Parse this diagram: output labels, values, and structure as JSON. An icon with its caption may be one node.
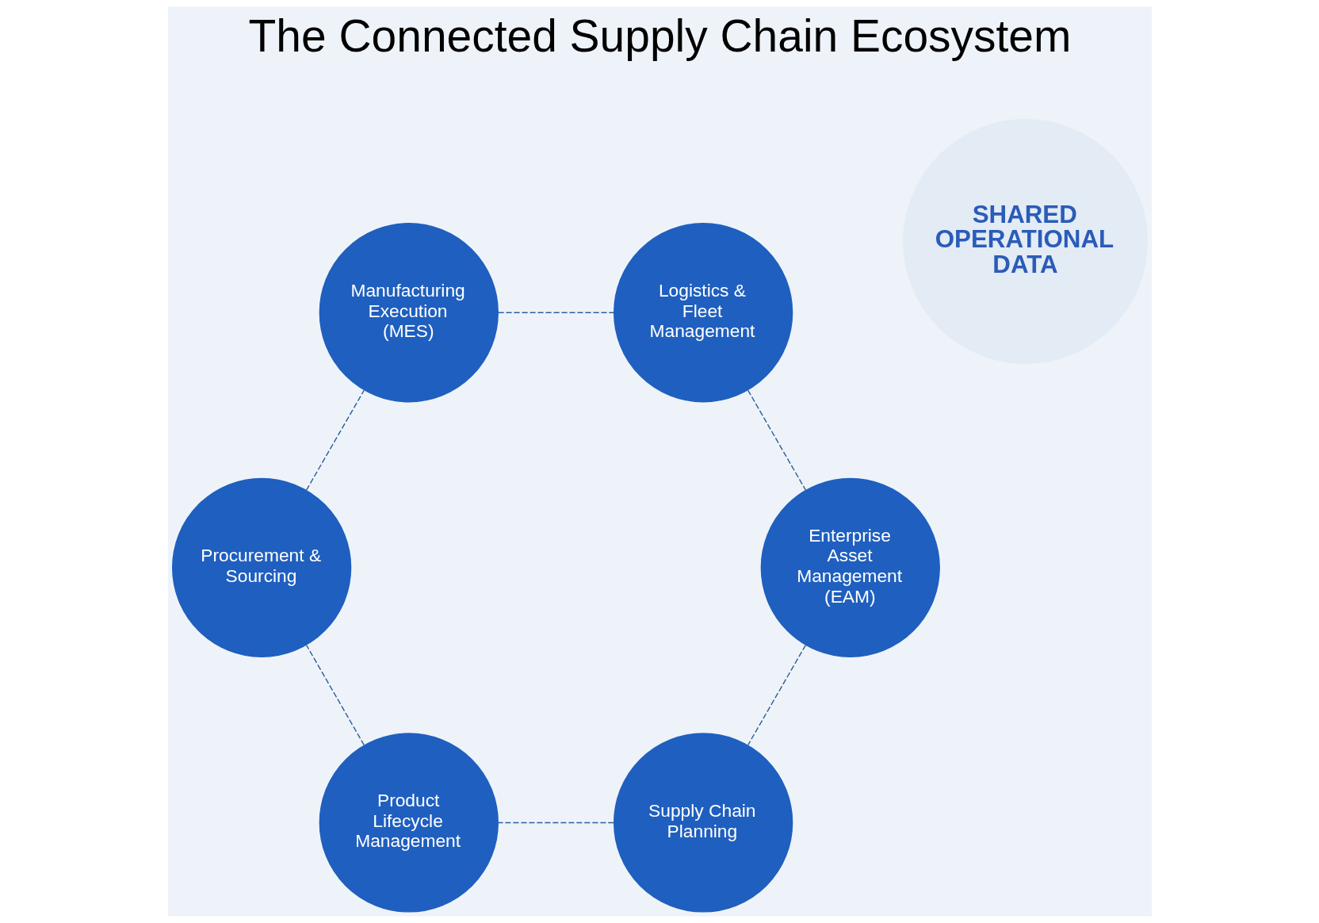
{
  "diagram": {
    "title": "The Connected Supply Chain Ecosystem",
    "nodes": [
      {
        "text": [
          "Supply Chain Planning"
        ]
      },
      {
        "text": [
          "Enterprise Asset Management (EAM)"
        ]
      },
      {
        "text": [
          "Product Lifecycle Management"
        ]
      },
      {
        "text": [
          "SHARED OPERATIONAL DATA"
        ]
      },
      {
        "text": [
          "Logistics & Fleet Management"
        ]
      },
      {
        "text": [
          "Procurement & Sourcing"
        ]
      },
      {
        "text": [
          "Manufacturing Execution (MES)"
        ]
      }
    ],
    "edges": [
      {
        "from": 0,
        "to": 2,
        "arrow": "none",
        "style": "dashed"
      },
      {
        "from": 2,
        "to": 5,
        "arrow": "none",
        "style": "dashed"
      },
      {
        "from": 5,
        "to": 6,
        "arrow": "none",
        "style": "dashed"
      },
      {
        "from": 6,
        "to": 4,
        "arrow": "none",
        "style": "dashed"
      },
      {
        "from": 4,
        "to": 1,
        "arrow": "none",
        "style": "dashed"
      },
      {
        "from": 1,
        "to": 0,
        "arrow": "none",
        "style": "dashed"
      }
    ]
  }
}
